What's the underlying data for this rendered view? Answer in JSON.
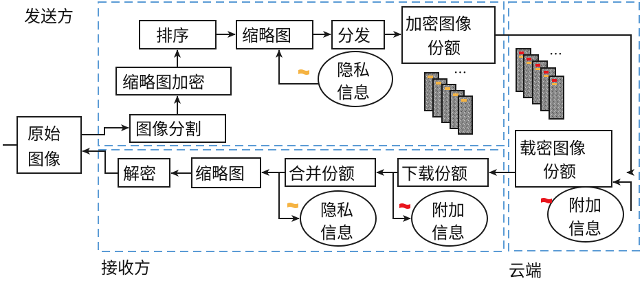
{
  "regions": {
    "sender": "发送方",
    "receiver": "接收方",
    "cloud": "云端"
  },
  "nodes": {
    "original_image": [
      "原始",
      "图像"
    ],
    "image_split": "图像分割",
    "thumbnail_encrypt": "缩略图加密",
    "sort": "排序",
    "thumbnail_sender": "缩略图",
    "distribute": "分发",
    "encrypted_shares": [
      "加密图像",
      "份额"
    ],
    "privacy_info_sender": [
      "隐私",
      "信息"
    ],
    "stego_shares": [
      "载密图像",
      "份额"
    ],
    "additional_info_cloud": [
      "附加",
      "信息"
    ],
    "download_shares": "下载份额",
    "merge_shares": "合并份额",
    "thumbnail_receiver": "缩略图",
    "decrypt": "解密",
    "privacy_info_receiver": [
      "隐私",
      "信息"
    ],
    "additional_info_receiver": [
      "附加",
      "信息"
    ]
  },
  "ellipsis": "···",
  "colors": {
    "region_border": "#5b9bd5",
    "privacy_flag": "#f5b342",
    "additional_flag": "#e8141c",
    "share_fill": "#7a7a7a"
  }
}
